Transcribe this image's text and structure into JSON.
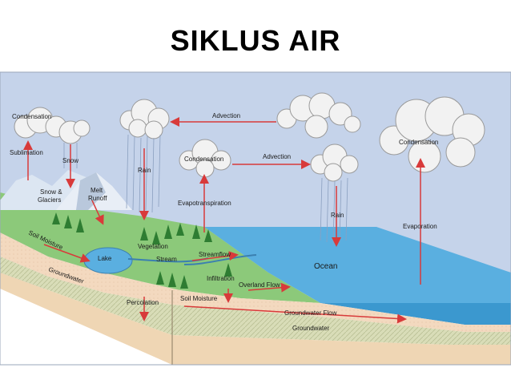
{
  "title": "SIKLUS AIR",
  "colors": {
    "sky": "#c5d3ea",
    "ocean": "#5aafe0",
    "land_green": "#8cc97a",
    "soil": "#f3d9bf",
    "groundwater": "#d9ddb8",
    "arrow": "#d83a3a"
  },
  "labels": {
    "condensation_left": "Condensation",
    "sublimation": "Sublimation",
    "snow": "Snow",
    "rain_left": "Rain",
    "advection_top": "Advection",
    "condensation_mid": "Condensation",
    "advection_mid": "Advection",
    "condensation_right": "Condensation",
    "snow_glaciers_1": "Snow &",
    "snow_glaciers_2": "Glaciers",
    "melt_runoff_1": "Melt",
    "melt_runoff_2": "Runoff",
    "evapotranspiration": "Evapotranspiration",
    "rain_right": "Rain",
    "evaporation": "Evaporation",
    "soil_moisture_left": "Soil Moisture",
    "lake": "Lake",
    "vegetation": "Vegetation",
    "stream": "Stream",
    "streamflow": "Streamflow",
    "ocean": "Ocean",
    "groundwater_left": "Groundwater",
    "infiltration": "Infiltration",
    "overland_flow": "Overland Flow",
    "percolation": "Percolation",
    "soil_moisture_mid": "Soil Moisture",
    "groundwater_flow": "Groundwater Flow",
    "groundwater_bottom": "Groundwater"
  }
}
